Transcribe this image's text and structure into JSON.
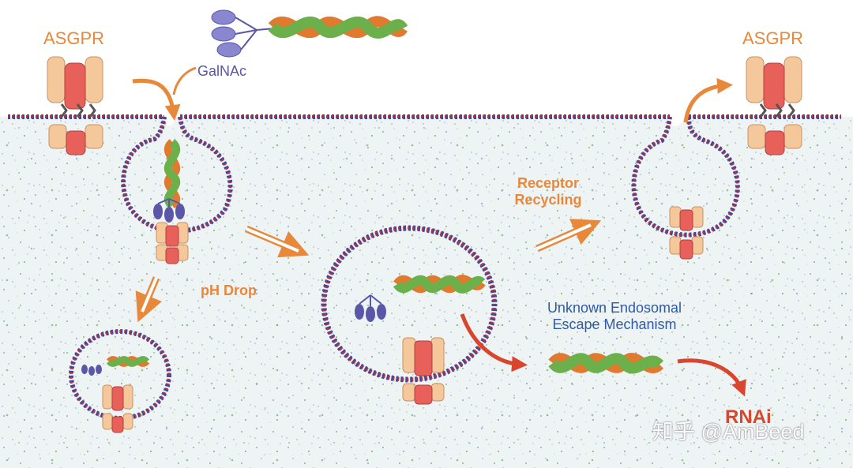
{
  "labels": {
    "asgpr_left": "ASGPR",
    "asgpr_right": "ASGPR",
    "galnac": "GalNAc",
    "ph_drop": "pH Drop",
    "receptor_recycling": [
      "Receptor",
      "Recycling"
    ],
    "unknown_escape": [
      "Unknown Endosomal",
      "Escape Mechanism"
    ],
    "rnai": "RNAi"
  },
  "watermark": "知乎 @AmBeed",
  "colors": {
    "orange_label": "#e8883a",
    "galnac_purple": "#5a56a8",
    "blue_label": "#2f5aa8",
    "rnai_red": "#d9462e",
    "receptor_peach": "#f4c89a",
    "receptor_red": "#e8605a",
    "sirna_green": "#6bb04a",
    "membrane_red": "#c0303a",
    "membrane_blue": "#3a4aa0",
    "cytoplasm": "#eef3f4"
  }
}
